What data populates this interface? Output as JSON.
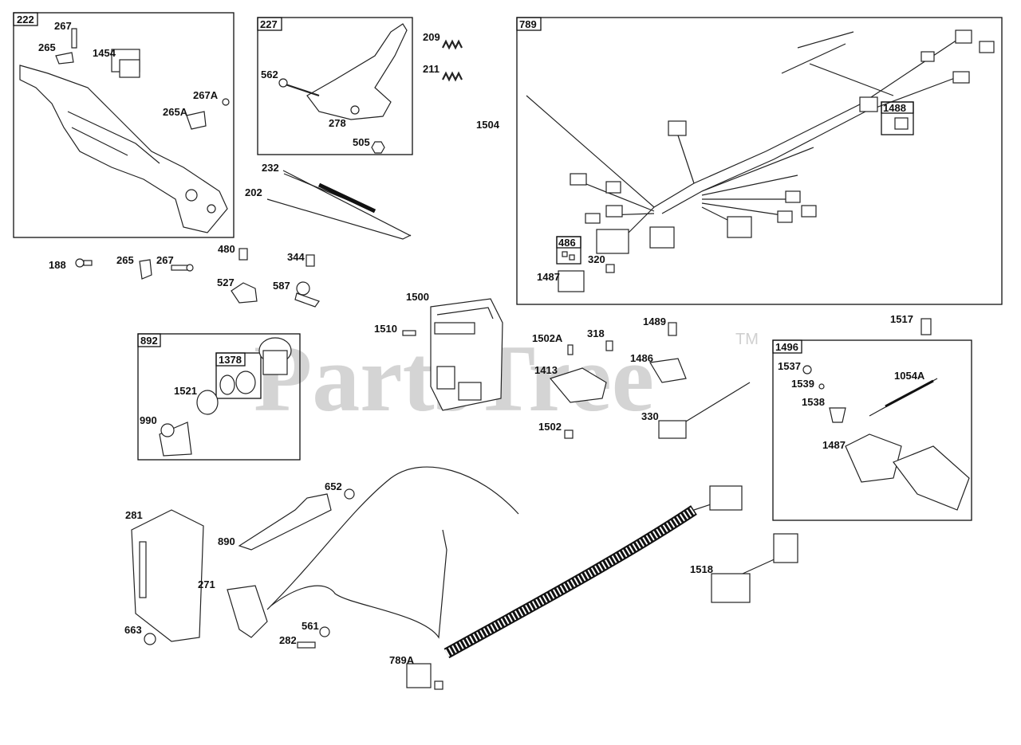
{
  "watermark": {
    "text": "PartsTree",
    "trademark": "TM"
  },
  "boxes": [
    {
      "id": "222"
    },
    {
      "id": "227"
    },
    {
      "id": "789"
    },
    {
      "id": "892"
    },
    {
      "id": "1378"
    },
    {
      "id": "1496"
    },
    {
      "id": "1488"
    },
    {
      "id": "486"
    }
  ],
  "callouts": [
    "267",
    "265",
    "1454",
    "267A",
    "265A",
    "562",
    "278",
    "505",
    "209",
    "211",
    "232",
    "202",
    "1504",
    "188",
    "265",
    "267",
    "480",
    "344",
    "527",
    "587",
    "1500",
    "1510",
    "1502A",
    "318",
    "1489",
    "1486",
    "1413",
    "330",
    "1502",
    "1521",
    "990",
    "1517",
    "1537",
    "1539",
    "1538",
    "1054A",
    "1487",
    "320",
    "1487",
    "652",
    "890",
    "281",
    "271",
    "561",
    "282",
    "663",
    "789A",
    "1518"
  ]
}
